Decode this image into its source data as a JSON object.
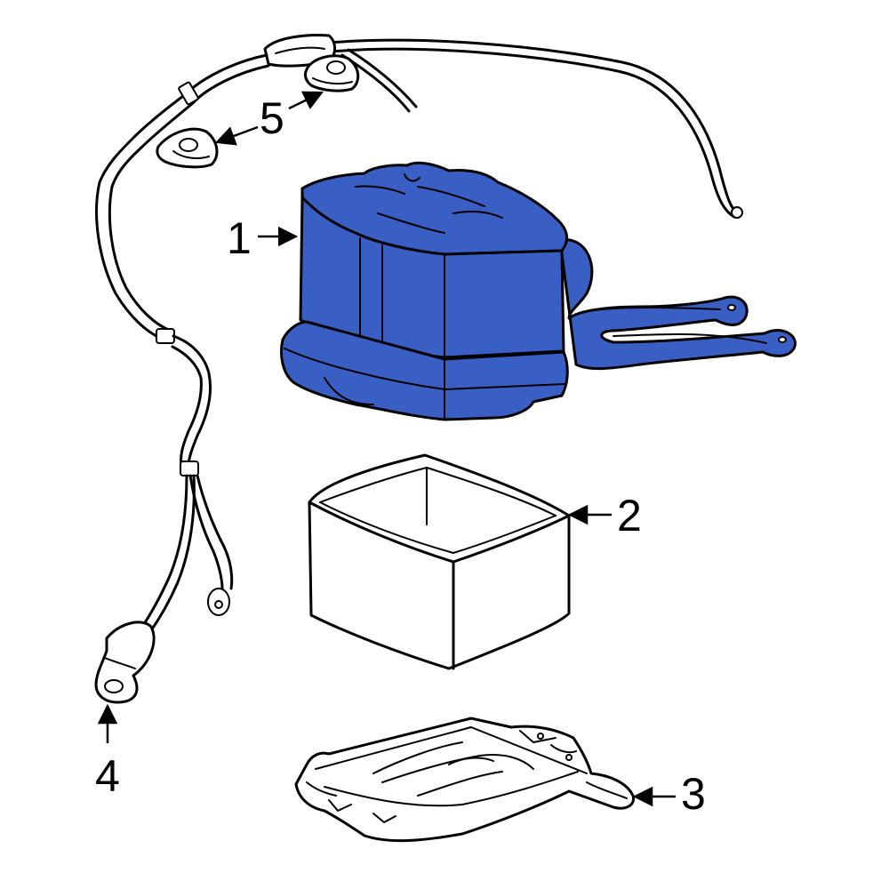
{
  "colors": {
    "highlight": "#3a5fc4",
    "outline": "#000000",
    "background": "#ffffff"
  },
  "callouts": {
    "battery": "1",
    "tray": "2",
    "holder": "3",
    "cable_end": "4",
    "terminals": "5"
  }
}
